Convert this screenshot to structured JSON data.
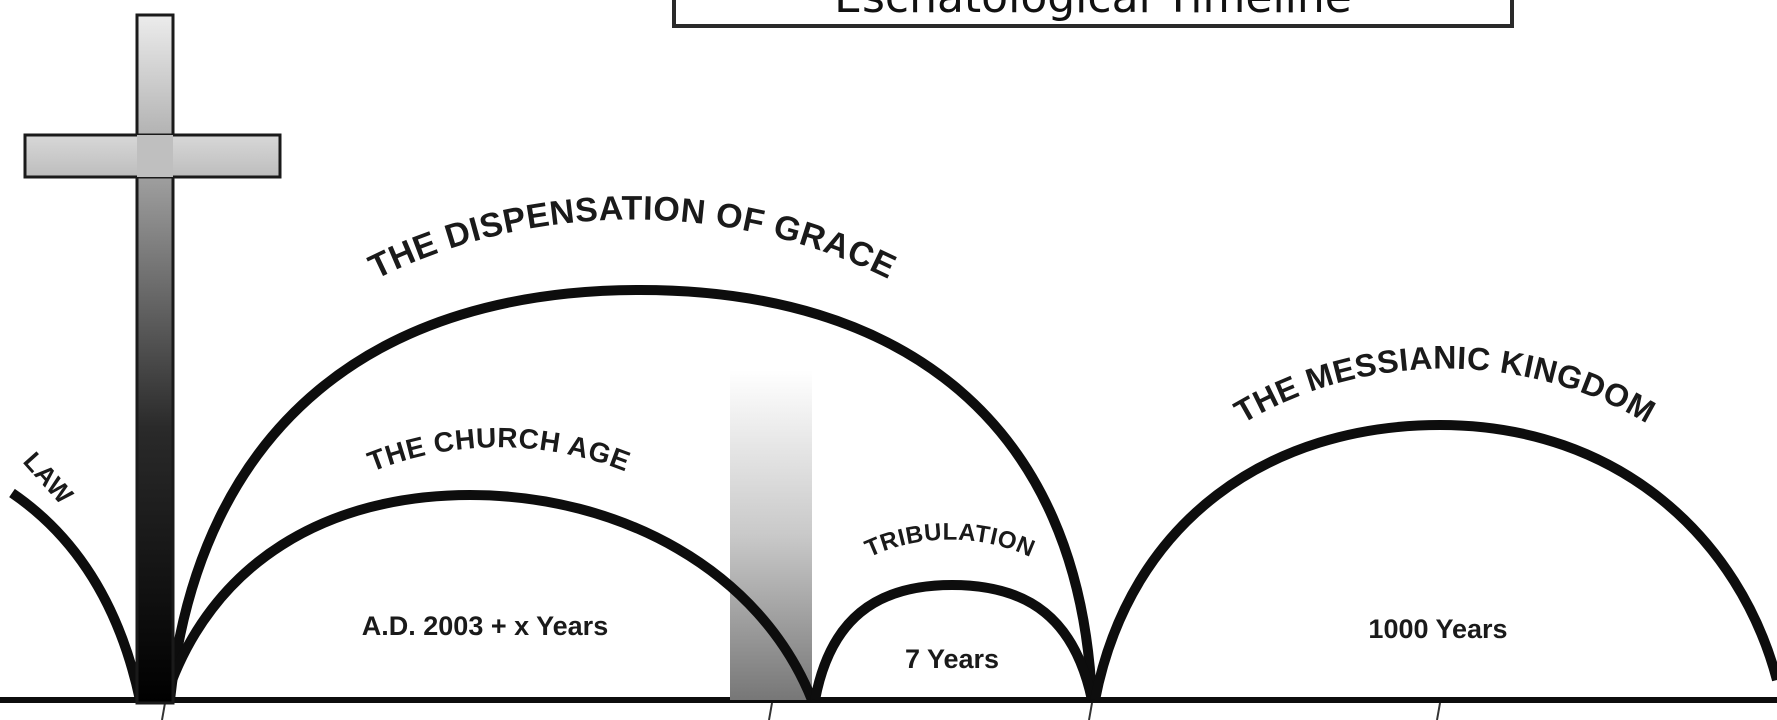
{
  "title": "Eschatological Timeline",
  "labels": {
    "law": "LAW",
    "grace": "THE DISPENSATION OF GRACE",
    "church": "THE CHURCH AGE",
    "tribulation": "TRIBULATION",
    "kingdom": "THE MESSIANIC KINGDOM",
    "church_years": "A.D. 2003 + x Years",
    "trib_years": "7 Years",
    "kingdom_years": "1000 Years"
  },
  "colors": {
    "ink": "#0d0d0d",
    "cross_light": "#cfcfcf",
    "cross_dark": "#0a0a0a",
    "band_light": "#f4f4f4",
    "band_dark": "#7a7a7a"
  }
}
